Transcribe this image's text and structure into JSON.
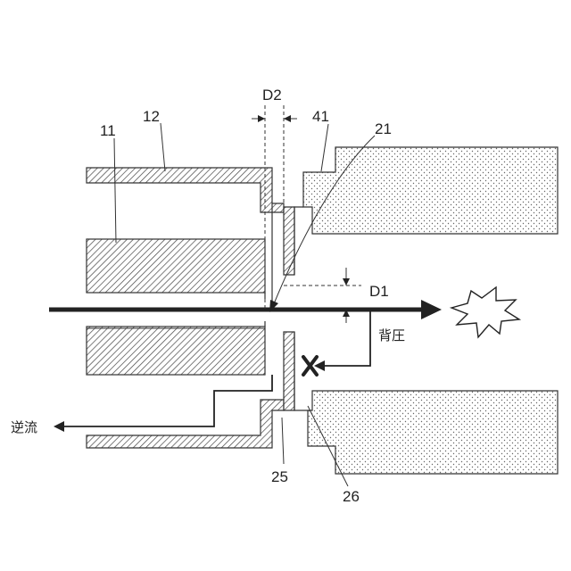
{
  "labels": {
    "d2": "D2",
    "n12": "12",
    "n41": "41",
    "n11": "11",
    "n21": "21",
    "d1": "D1",
    "back_pressure": "背圧",
    "backflow": "逆流",
    "n25": "25",
    "n26": "26"
  },
  "colors": {
    "line": "#333333",
    "arrow": "#222222",
    "hatch": "#333333",
    "dots": "#555555"
  },
  "icons": {
    "blocked": "x-mark-icon",
    "burst": "explosion-burst-icon"
  }
}
